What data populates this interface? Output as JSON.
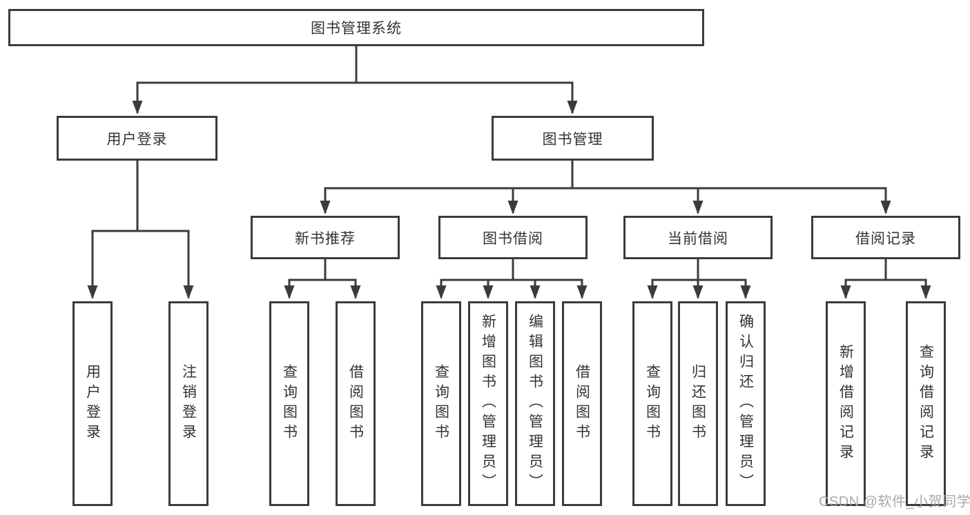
{
  "title": "图书管理系统",
  "watermark": "CSDN @软件_小贺同学",
  "colors": {
    "line": "#3b3b3b",
    "text": "#333333",
    "background": "#ffffff",
    "watermark": "#a2a2a2"
  },
  "nodes": {
    "root": {
      "label": "图书管理系统"
    },
    "user_login": {
      "label": "用户登录"
    },
    "book_mgmt": {
      "label": "图书管理"
    },
    "new_book_rec": {
      "label": "新书推荐"
    },
    "book_borrow": {
      "label": "图书借阅"
    },
    "current_borrow": {
      "label": "当前借阅"
    },
    "borrow_records": {
      "label": "借阅记录"
    },
    "user_login_leaf": {
      "label": "用户登录"
    },
    "logout_leaf": {
      "label": "注销登录"
    },
    "query_books_rec": {
      "label": "查询图书"
    },
    "borrow_books_rec": {
      "label": "借阅图书"
    },
    "query_books_borrow": {
      "label": "查询图书"
    },
    "add_books_admin": {
      "label": "新增图书（管理员）"
    },
    "edit_books_admin": {
      "label": "编辑图书（管理员）"
    },
    "borrow_books_borrow": {
      "label": "借阅图书"
    },
    "query_books_current": {
      "label": "查询图书"
    },
    "return_books": {
      "label": "归还图书"
    },
    "confirm_return_admin": {
      "label": "确认归还（管理员）"
    },
    "add_borrow_record": {
      "label": "新增借阅记录"
    },
    "query_borrow_record": {
      "label": "查询借阅记录"
    }
  },
  "tree": {
    "图书管理系统": [
      "用户登录",
      "图书管理"
    ],
    "用户登录": [
      "用户登录",
      "注销登录"
    ],
    "图书管理": [
      "新书推荐",
      "图书借阅",
      "当前借阅",
      "借阅记录"
    ],
    "新书推荐": [
      "查询图书",
      "借阅图书"
    ],
    "图书借阅": [
      "查询图书",
      "新增图书（管理员）",
      "编辑图书（管理员）",
      "借阅图书"
    ],
    "当前借阅": [
      "查询图书",
      "归还图书",
      "确认归还（管理员）"
    ],
    "借阅记录": [
      "新增借阅记录",
      "查询借阅记录"
    ]
  }
}
